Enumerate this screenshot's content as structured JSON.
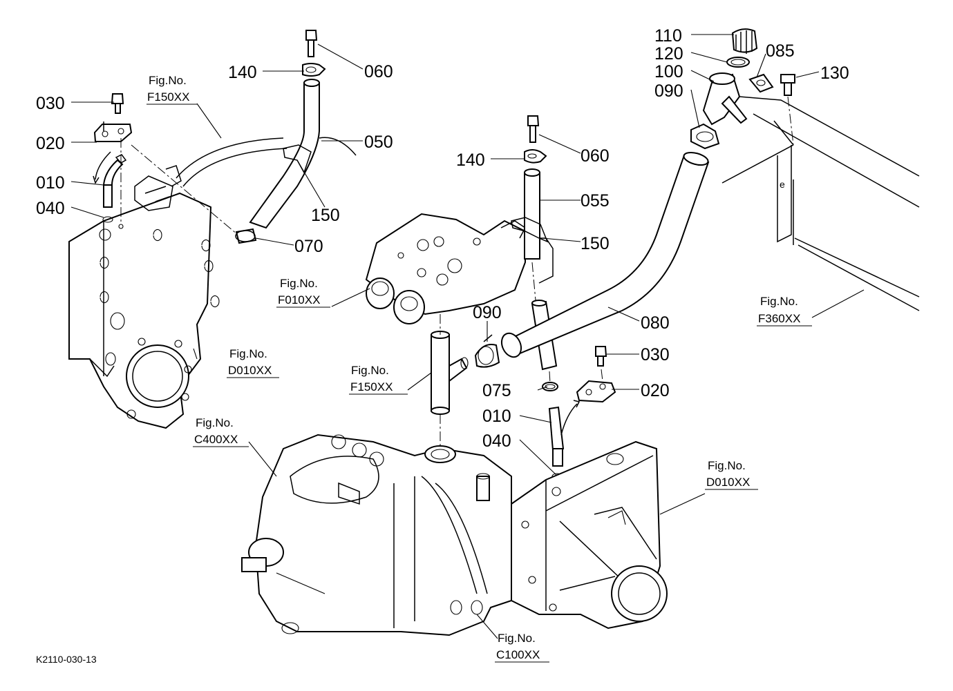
{
  "diagram_code": "K2110-030-13",
  "callouts": {
    "left_030": "030",
    "left_020": "020",
    "left_010": "010",
    "left_040": "040",
    "left_140": "140",
    "left_060": "060",
    "left_050": "050",
    "left_150": "150",
    "left_070": "070",
    "mid_140": "140",
    "mid_060": "060",
    "mid_055": "055",
    "mid_150": "150",
    "mid_090": "090",
    "mid_080": "080",
    "mid_075": "075",
    "mid_010": "010",
    "mid_040": "040",
    "mid_030": "030",
    "mid_020": "020",
    "top_110": "110",
    "top_120": "120",
    "top_100": "100",
    "top_090": "090",
    "top_085": "085",
    "top_130": "130"
  },
  "figure_refs": {
    "ref_f150_top": {
      "label": "Fig.No.",
      "code": "F150XX"
    },
    "ref_f010": {
      "label": "Fig.No.",
      "code": "F010XX"
    },
    "ref_d010_left": {
      "label": "Fig.No.",
      "code": "D010XX"
    },
    "ref_f150_mid": {
      "label": "Fig.No.",
      "code": "F150XX"
    },
    "ref_c400": {
      "label": "Fig.No.",
      "code": "C400XX"
    },
    "ref_d010_right": {
      "label": "Fig.No.",
      "code": "D010XX"
    },
    "ref_f360": {
      "label": "Fig.No.",
      "code": "F360XX"
    },
    "ref_c100": {
      "label": "Fig.No.",
      "code": "C100XX"
    }
  }
}
